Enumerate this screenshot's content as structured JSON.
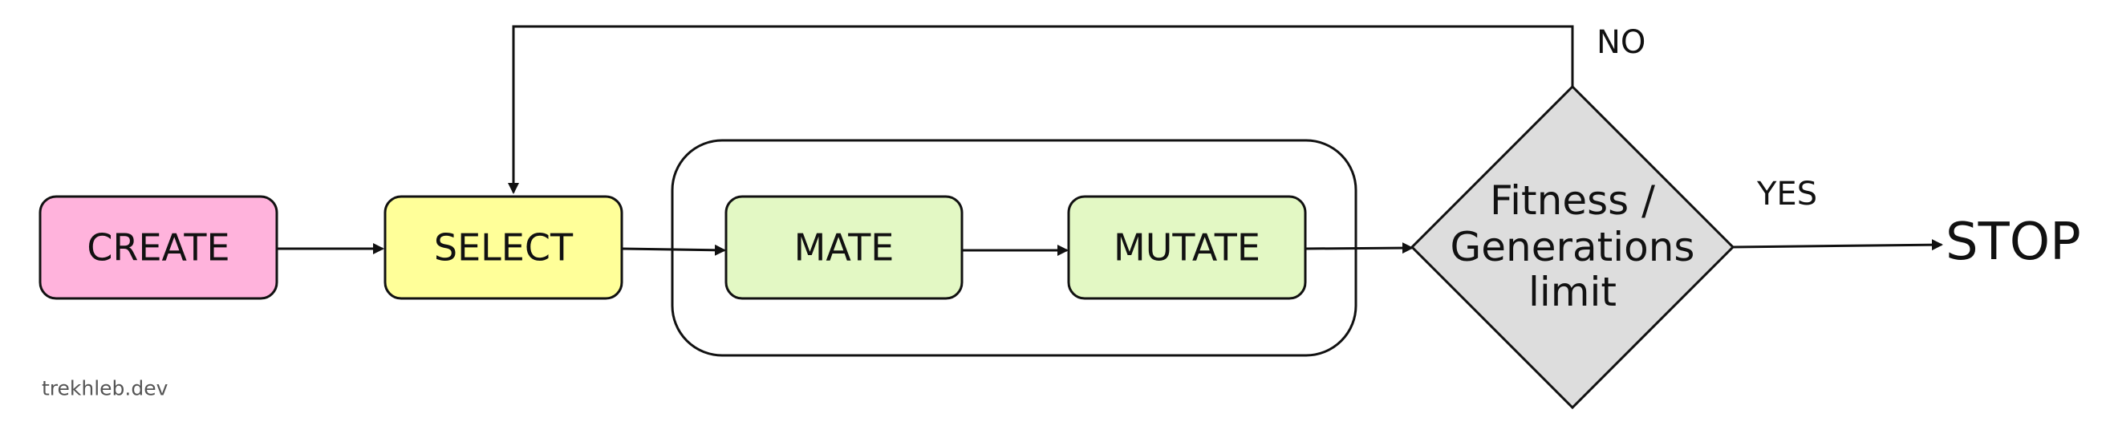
{
  "diagram": {
    "nodes": {
      "create": {
        "label": "CREATE",
        "fill": "#FFB3DC"
      },
      "select": {
        "label": "SELECT",
        "fill": "#FFFF99"
      },
      "mate": {
        "label": "MATE",
        "fill": "#E3F8C4"
      },
      "mutate": {
        "label": "MUTATE",
        "fill": "#E3F8C4"
      },
      "decision": {
        "label_lines": [
          "Fitness /",
          "Generations",
          "limit"
        ],
        "fill": "#DDDDDD"
      },
      "stop": {
        "label": "STOP"
      }
    },
    "edges": {
      "no_label": {
        "text": "NO",
        "color": "#E8344A"
      },
      "yes_label": {
        "text": "YES",
        "color": "#6B9A2A"
      }
    },
    "credit": "trekhleb.dev"
  },
  "colors": {
    "stroke": "#111111",
    "background": "#FFFFFF"
  }
}
